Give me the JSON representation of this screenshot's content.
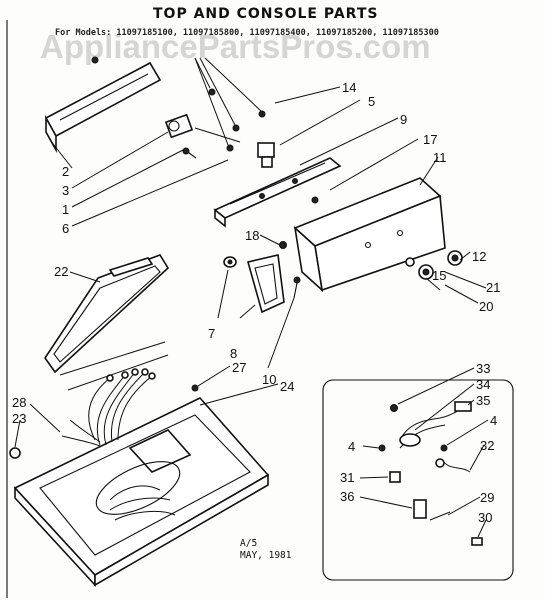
{
  "title": "TOP AND CONSOLE PARTS",
  "models_line": "For Models: 11097185100, 11097185800, 11097185400, 11097185200, 11097185300",
  "watermark": "AppliancePartsPros.com",
  "footer": {
    "line1": "A/5",
    "line2": "MAY, 1981"
  },
  "callouts": [
    "14",
    "5",
    "9",
    "17",
    "11",
    "2",
    "3",
    "1",
    "6",
    "18",
    "12",
    "15",
    "21",
    "20",
    "22",
    "7",
    "8",
    "10",
    "27",
    "24",
    "28",
    "23",
    "33",
    "34",
    "35",
    "4",
    "32",
    "31",
    "36",
    "29",
    "30"
  ]
}
